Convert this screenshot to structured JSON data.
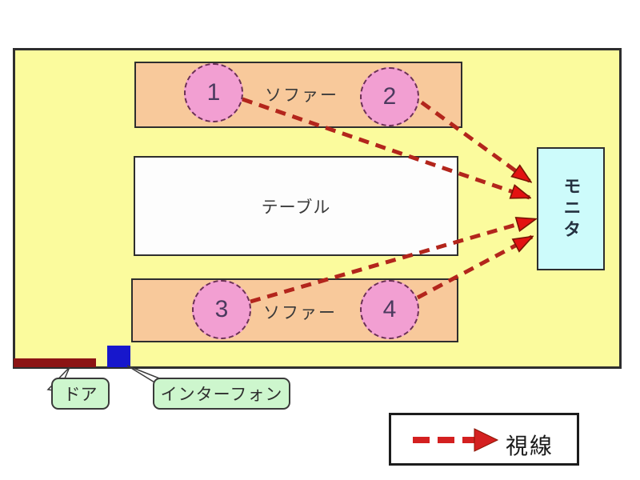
{
  "diagram": {
    "seats": [
      {
        "label": "1"
      },
      {
        "label": "2"
      },
      {
        "label": "3"
      },
      {
        "label": "4"
      }
    ],
    "sofas": [
      {
        "label": "ソファー"
      },
      {
        "label": "ソファー"
      }
    ],
    "table": {
      "label": "テーブル"
    },
    "monitor": {
      "label": "モニタ"
    },
    "door": {
      "label": "ドア"
    },
    "intercom": {
      "label": "インターフォン"
    },
    "legend": {
      "label": "視線"
    },
    "sight_lines": [
      {
        "from": "seat-1",
        "to": "monitor"
      },
      {
        "from": "seat-2",
        "to": "monitor"
      },
      {
        "from": "seat-3",
        "to": "monitor"
      },
      {
        "from": "seat-4",
        "to": "monitor"
      }
    ]
  },
  "colors": {
    "room_fill": "#fbfb9d",
    "sofa_fill": "#f8c99b",
    "seat_fill": "#f29fd2",
    "seat_border": "#6b2f56",
    "table_fill": "#fdfdfd",
    "monitor_fill": "#cdfbfb",
    "door_fill": "#8c1414",
    "intercom_fill": "#1717cc",
    "callout_fill": "#cdf6cd",
    "sight_line": "#b3251c",
    "arrow_head": "#e31111",
    "outline": "#2e2e2e"
  }
}
